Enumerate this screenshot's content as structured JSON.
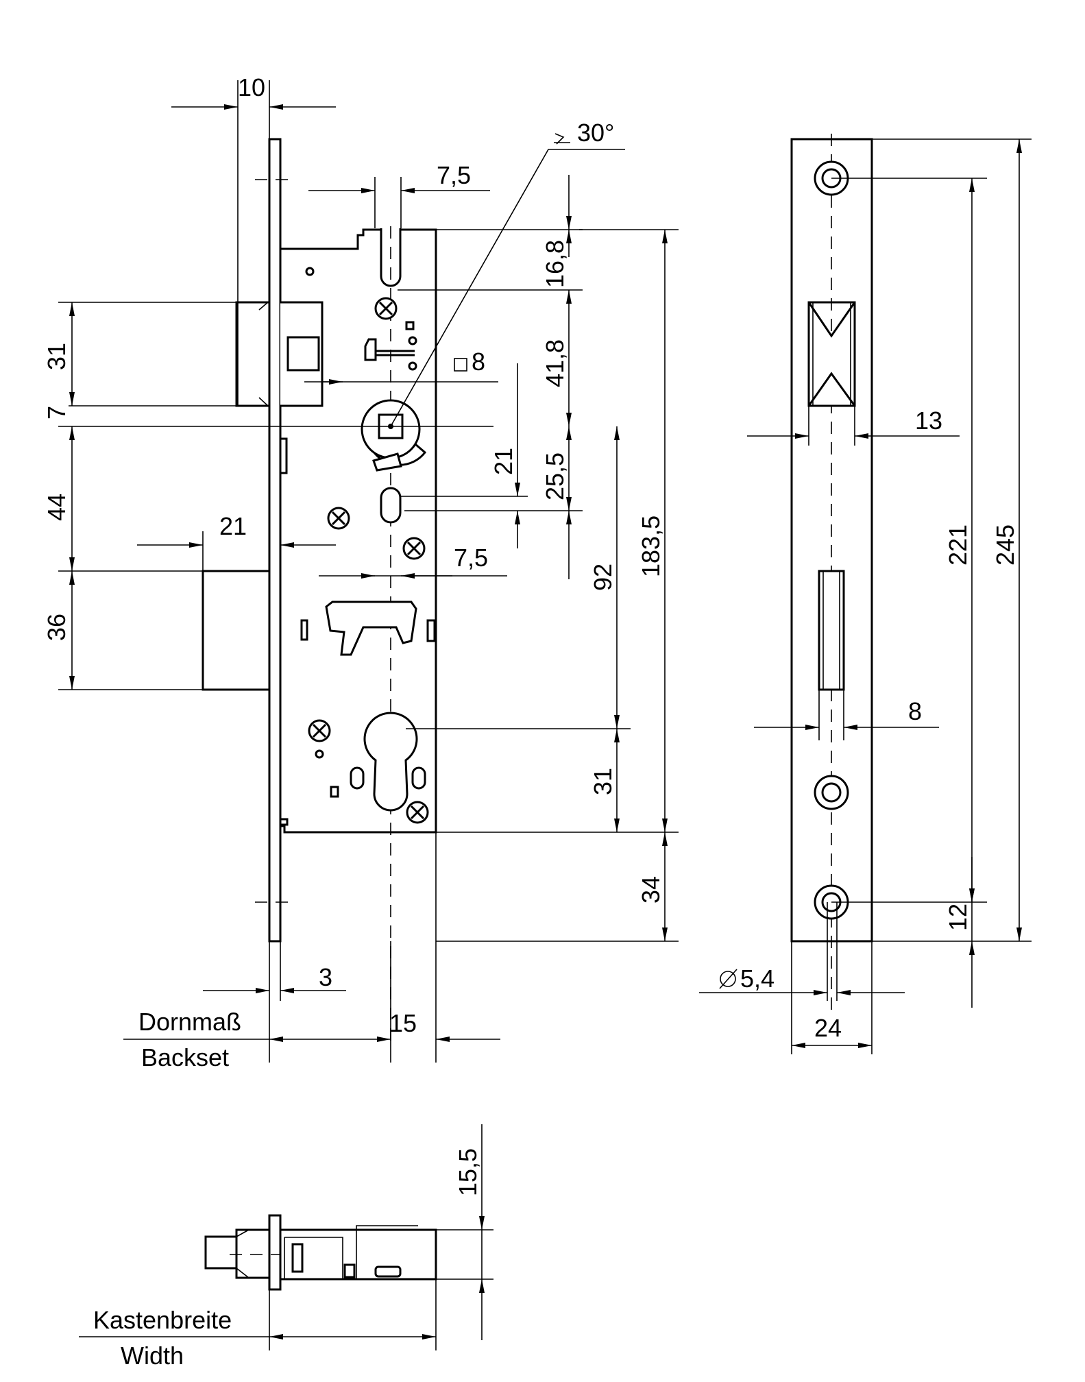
{
  "drawing": {
    "front_view": {
      "dimensions": {
        "faceplate_thickness": "10",
        "spindle_offset_top": "7,5",
        "angle": "30°",
        "square_spindle": "8",
        "spindle_offset_mid": "7,5",
        "latch_height": "31",
        "latch_gap": "7",
        "latch_to_bolt": "44",
        "bolt_height": "36",
        "bolt_throw": "21",
        "follower_to_top": "16,8",
        "top_to_follower": "41,8",
        "follower_to_slot": "25,5",
        "slot_height": "21",
        "spindle_to_cylinder": "92",
        "case_height": "183,5",
        "cylinder_to_bottom": "31",
        "bottom_to_end": "34",
        "faceplate_offset": "3",
        "backset": "15"
      },
      "labels": {
        "backset_de": "Dornmaß",
        "backset_en": "Backset"
      }
    },
    "faceplate_view": {
      "dimensions": {
        "latch_opening_width": "13",
        "hole_spacing": "221",
        "faceplate_length": "245",
        "bolt_opening_width": "8",
        "hole_to_end": "12",
        "hole_diameter": "5,4",
        "faceplate_width": "24"
      }
    },
    "top_view": {
      "dimensions": {
        "case_depth": "15,5"
      },
      "labels": {
        "width_de": "Kastenbreite",
        "width_en": "Width"
      }
    }
  }
}
